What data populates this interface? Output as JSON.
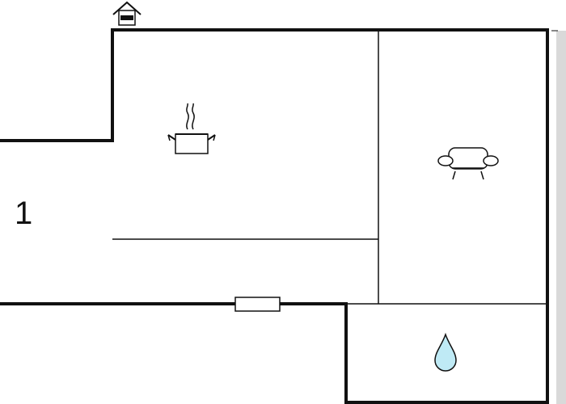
{
  "floor_plan": {
    "unit_label": "1",
    "rooms": [
      {
        "id": "kitchen",
        "icon": "cooking-pot-icon"
      },
      {
        "id": "living-room",
        "icon": "sofa-icon"
      },
      {
        "id": "bathroom",
        "icon": "water-drop-icon"
      },
      {
        "id": "hallway",
        "icon": ""
      }
    ],
    "entrance_icon": "house-entrance-icon",
    "colors": {
      "wall": "#111111",
      "water": "#bfeaf5",
      "outer_strip": "#d9d9d9"
    }
  }
}
